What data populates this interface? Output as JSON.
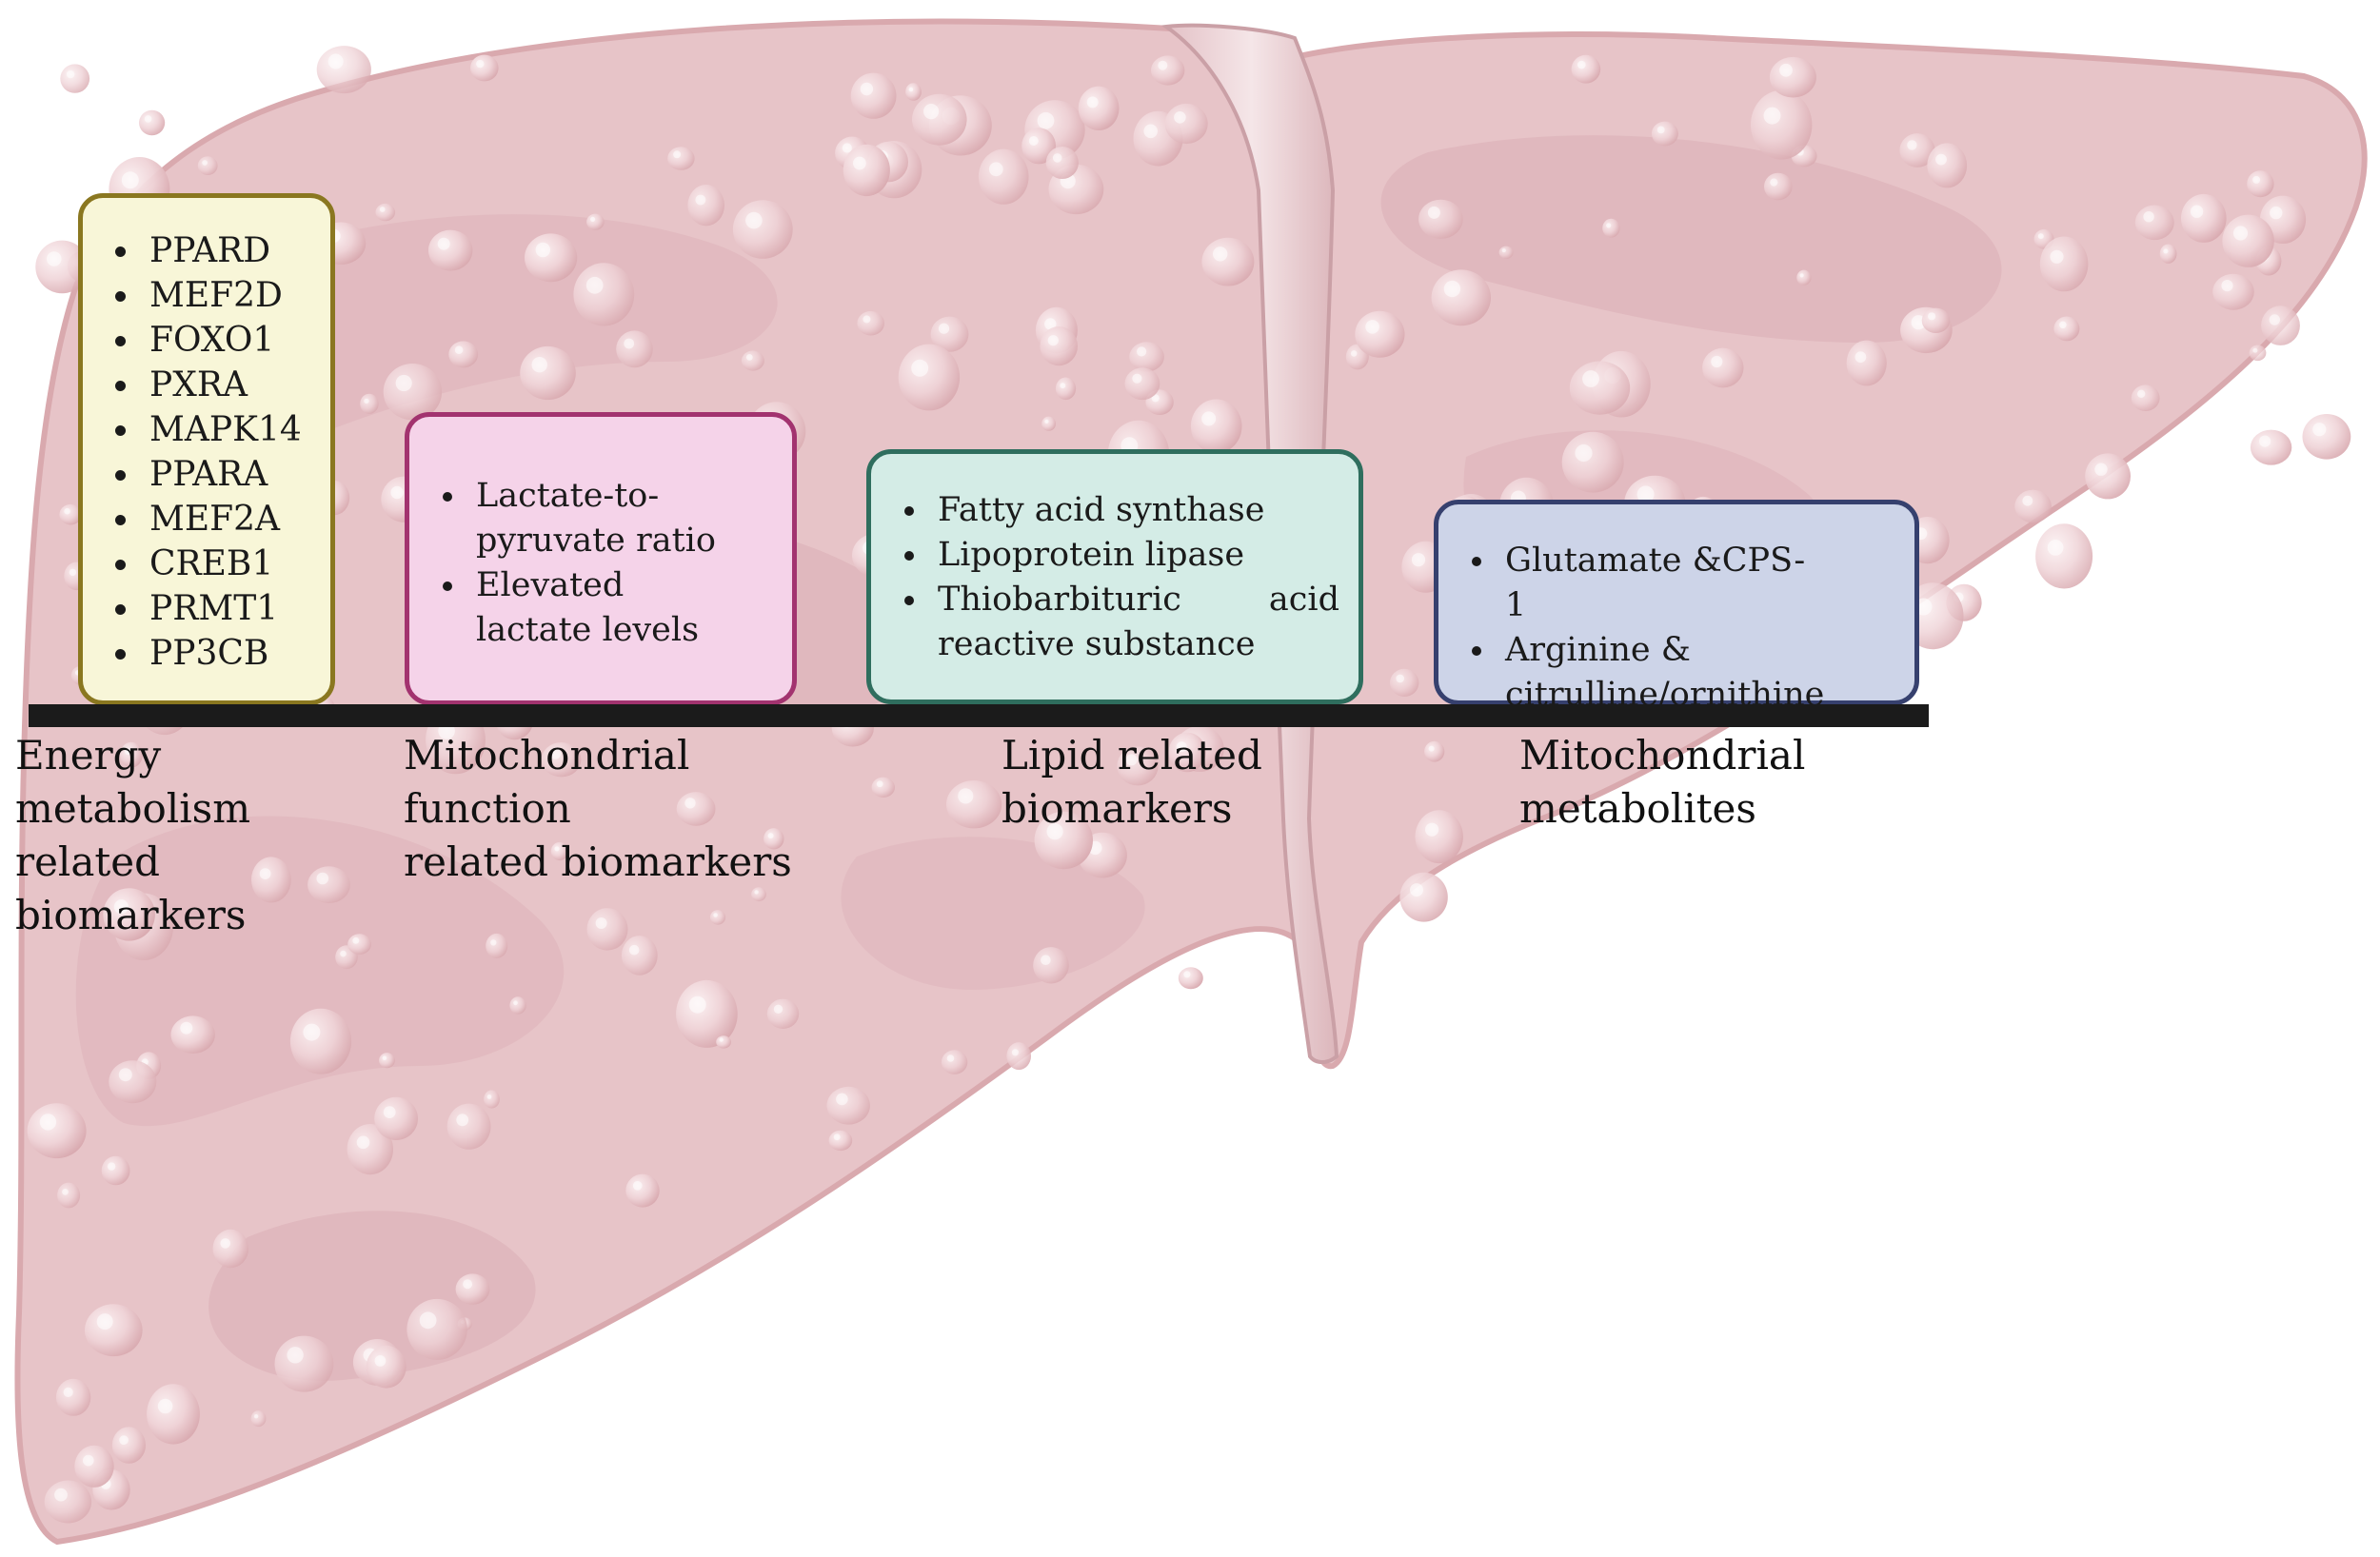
{
  "colors": {
    "liver_body": "#e7c4c8",
    "liver_edge": "#d9a9ae",
    "liver_shadow": "#d6a5ab",
    "droplet": "#f4dfe2",
    "ligament": "#f0dde0",
    "bar": "#1b1b1b"
  },
  "boxes": [
    {
      "key": "energy",
      "fill": "#f8f6d8",
      "border": "#8a7720",
      "items": [
        "PPARD",
        "MEF2D",
        "FOXO1",
        "PXRA",
        "MAPK14",
        "PPARA",
        "MEF2A",
        "CREB1",
        "PRMT1",
        "PP3CB"
      ]
    },
    {
      "key": "mito",
      "fill": "#f5d3e9",
      "border": "#a2336f",
      "items": [
        "Lactate-to-pyruvate ratio",
        "Elevated lactate levels"
      ]
    },
    {
      "key": "lipid",
      "fill": "#d4ece6",
      "border": "#2f6e5e",
      "items": [
        "Fatty acid synthase",
        "Lipoprotein lipase",
        "Thiobarbituric acid reactive substance"
      ]
    },
    {
      "key": "metab",
      "fill": "#cdd4e8",
      "border": "#36406e",
      "items": [
        "Glutamate &CPS-1",
        "Arginine & citrulline/ornithine"
      ]
    }
  ],
  "labels": {
    "energy": "Energy metabolism\nrelated biomarkers",
    "mito": "Mitochondrial function\nrelated biomarkers",
    "lipid": "Lipid related\nbiomarkers",
    "metab": "Mitochondrial\nmetabolites"
  }
}
